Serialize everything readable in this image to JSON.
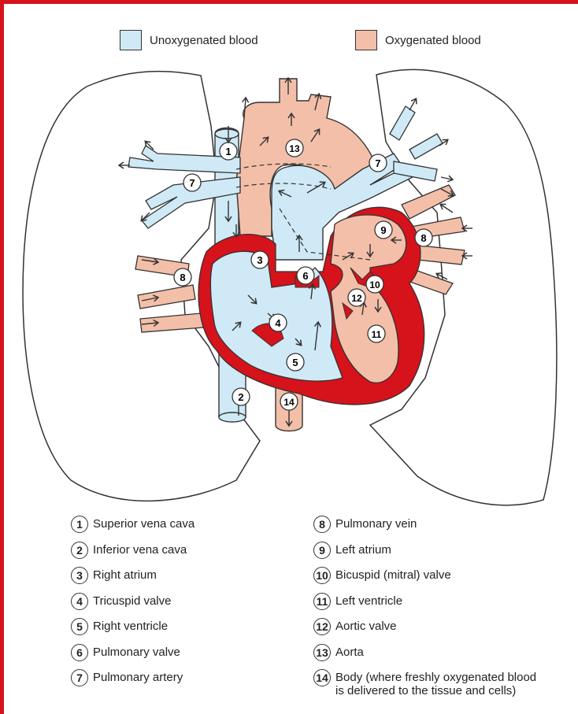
{
  "legend": {
    "unoxygenated": {
      "label": "Unoxygenated blood",
      "color": "#cfeaf6"
    },
    "oxygenated": {
      "label": "Oxygenated blood",
      "color": "#f4bfa8"
    }
  },
  "colors": {
    "heart_wall": "#d6121b",
    "outline": "#333333",
    "frame": "#d6121b"
  },
  "numbers": [
    "1",
    "2",
    "3",
    "4",
    "5",
    "6",
    "7",
    "8",
    "9",
    "10",
    "11",
    "12",
    "13",
    "14"
  ],
  "key": [
    {
      "num": "1",
      "label": "Superior vena cava"
    },
    {
      "num": "2",
      "label": "Inferior vena cava"
    },
    {
      "num": "3",
      "label": "Right atrium"
    },
    {
      "num": "4",
      "label": "Tricuspid valve"
    },
    {
      "num": "5",
      "label": "Right ventricle"
    },
    {
      "num": "6",
      "label": "Pulmonary valve"
    },
    {
      "num": "7",
      "label": "Pulmonary artery"
    },
    {
      "num": "8",
      "label": "Pulmonary vein"
    },
    {
      "num": "9",
      "label": "Left atrium"
    },
    {
      "num": "10",
      "label": "Bicuspid (mitral) valve"
    },
    {
      "num": "11",
      "label": "Left ventricle"
    },
    {
      "num": "12",
      "label": "Aortic valve"
    },
    {
      "num": "13",
      "label": "Aorta"
    },
    {
      "num": "14",
      "label": "Body (where freshly oxygenated blood is delivered to the tissue and cells)",
      "label_line1": "Body (where freshly oxygenated blood",
      "label_line2": "is delivered to the tissue and cells)"
    }
  ]
}
